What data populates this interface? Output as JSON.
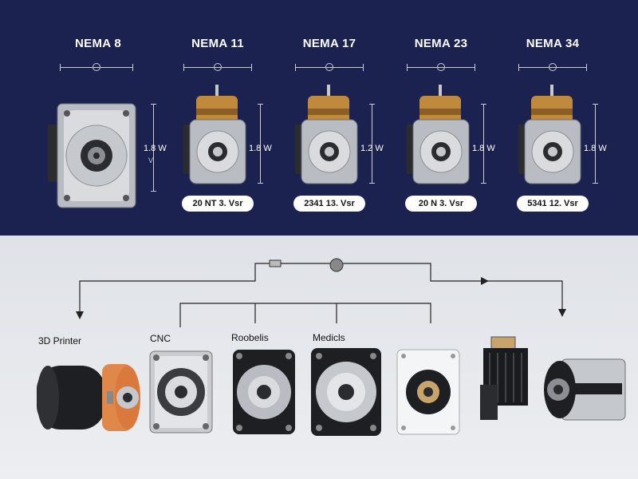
{
  "header": {
    "motors": [
      {
        "name": "NEMA 8",
        "power": "1.8 W",
        "sub": "V",
        "spec": ""
      },
      {
        "name": "NEMA 11",
        "power": "1.8 W",
        "sub": "",
        "spec": "20 NT 3. Vsr"
      },
      {
        "name": "NEMA 17",
        "power": "1.2 W",
        "sub": "",
        "spec": "2341 13. Vsr"
      },
      {
        "name": "NEMA 23",
        "power": "1.8 W",
        "sub": "",
        "spec": "20 N 3. Vsr"
      },
      {
        "name": "NEMA 34",
        "power": "1.8 W",
        "sub": "",
        "spec": "5341 12. Vsr"
      }
    ]
  },
  "applications": [
    {
      "label": "3D Printer"
    },
    {
      "label": "CNC"
    },
    {
      "label": "Roobelis"
    },
    {
      "label": "Medicls"
    }
  ],
  "colors": {
    "navy": "#1b2250",
    "brass": "#c08a3c",
    "orange": "#e0874a",
    "silver": "#b9bcc2",
    "dark": "#2a2c30"
  }
}
